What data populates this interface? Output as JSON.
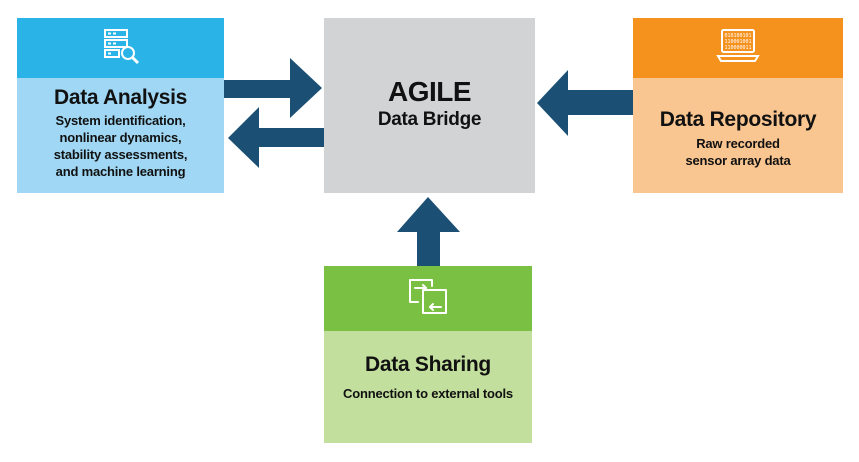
{
  "nodes": {
    "analysis": {
      "title": "Data Analysis",
      "lines": [
        "System identification,",
        "nonlinear dynamics,",
        "stability assessments,",
        "and machine learning"
      ],
      "icon": "server-search-icon"
    },
    "agile": {
      "title": "AGILE",
      "subtitle": "Data Bridge"
    },
    "repository": {
      "title": "Data Repository",
      "lines": [
        "Raw recorded",
        "sensor array data"
      ],
      "icon": "laptop-binary-icon",
      "binary": [
        "010100101",
        "110001001",
        "110000011"
      ]
    },
    "sharing": {
      "title": "Data Sharing",
      "lines": [
        "Connection to external tools"
      ],
      "icon": "exchange-windows-icon"
    }
  },
  "colors": {
    "arrow": "#1b5074",
    "analysis_header": "#29b3e6",
    "analysis_body": "#9fd7f4",
    "agile": "#d2d3d5",
    "repository_header": "#f5921e",
    "repository_body": "#f9c590",
    "sharing_header": "#7ac143",
    "sharing_body": "#c3df9d"
  }
}
